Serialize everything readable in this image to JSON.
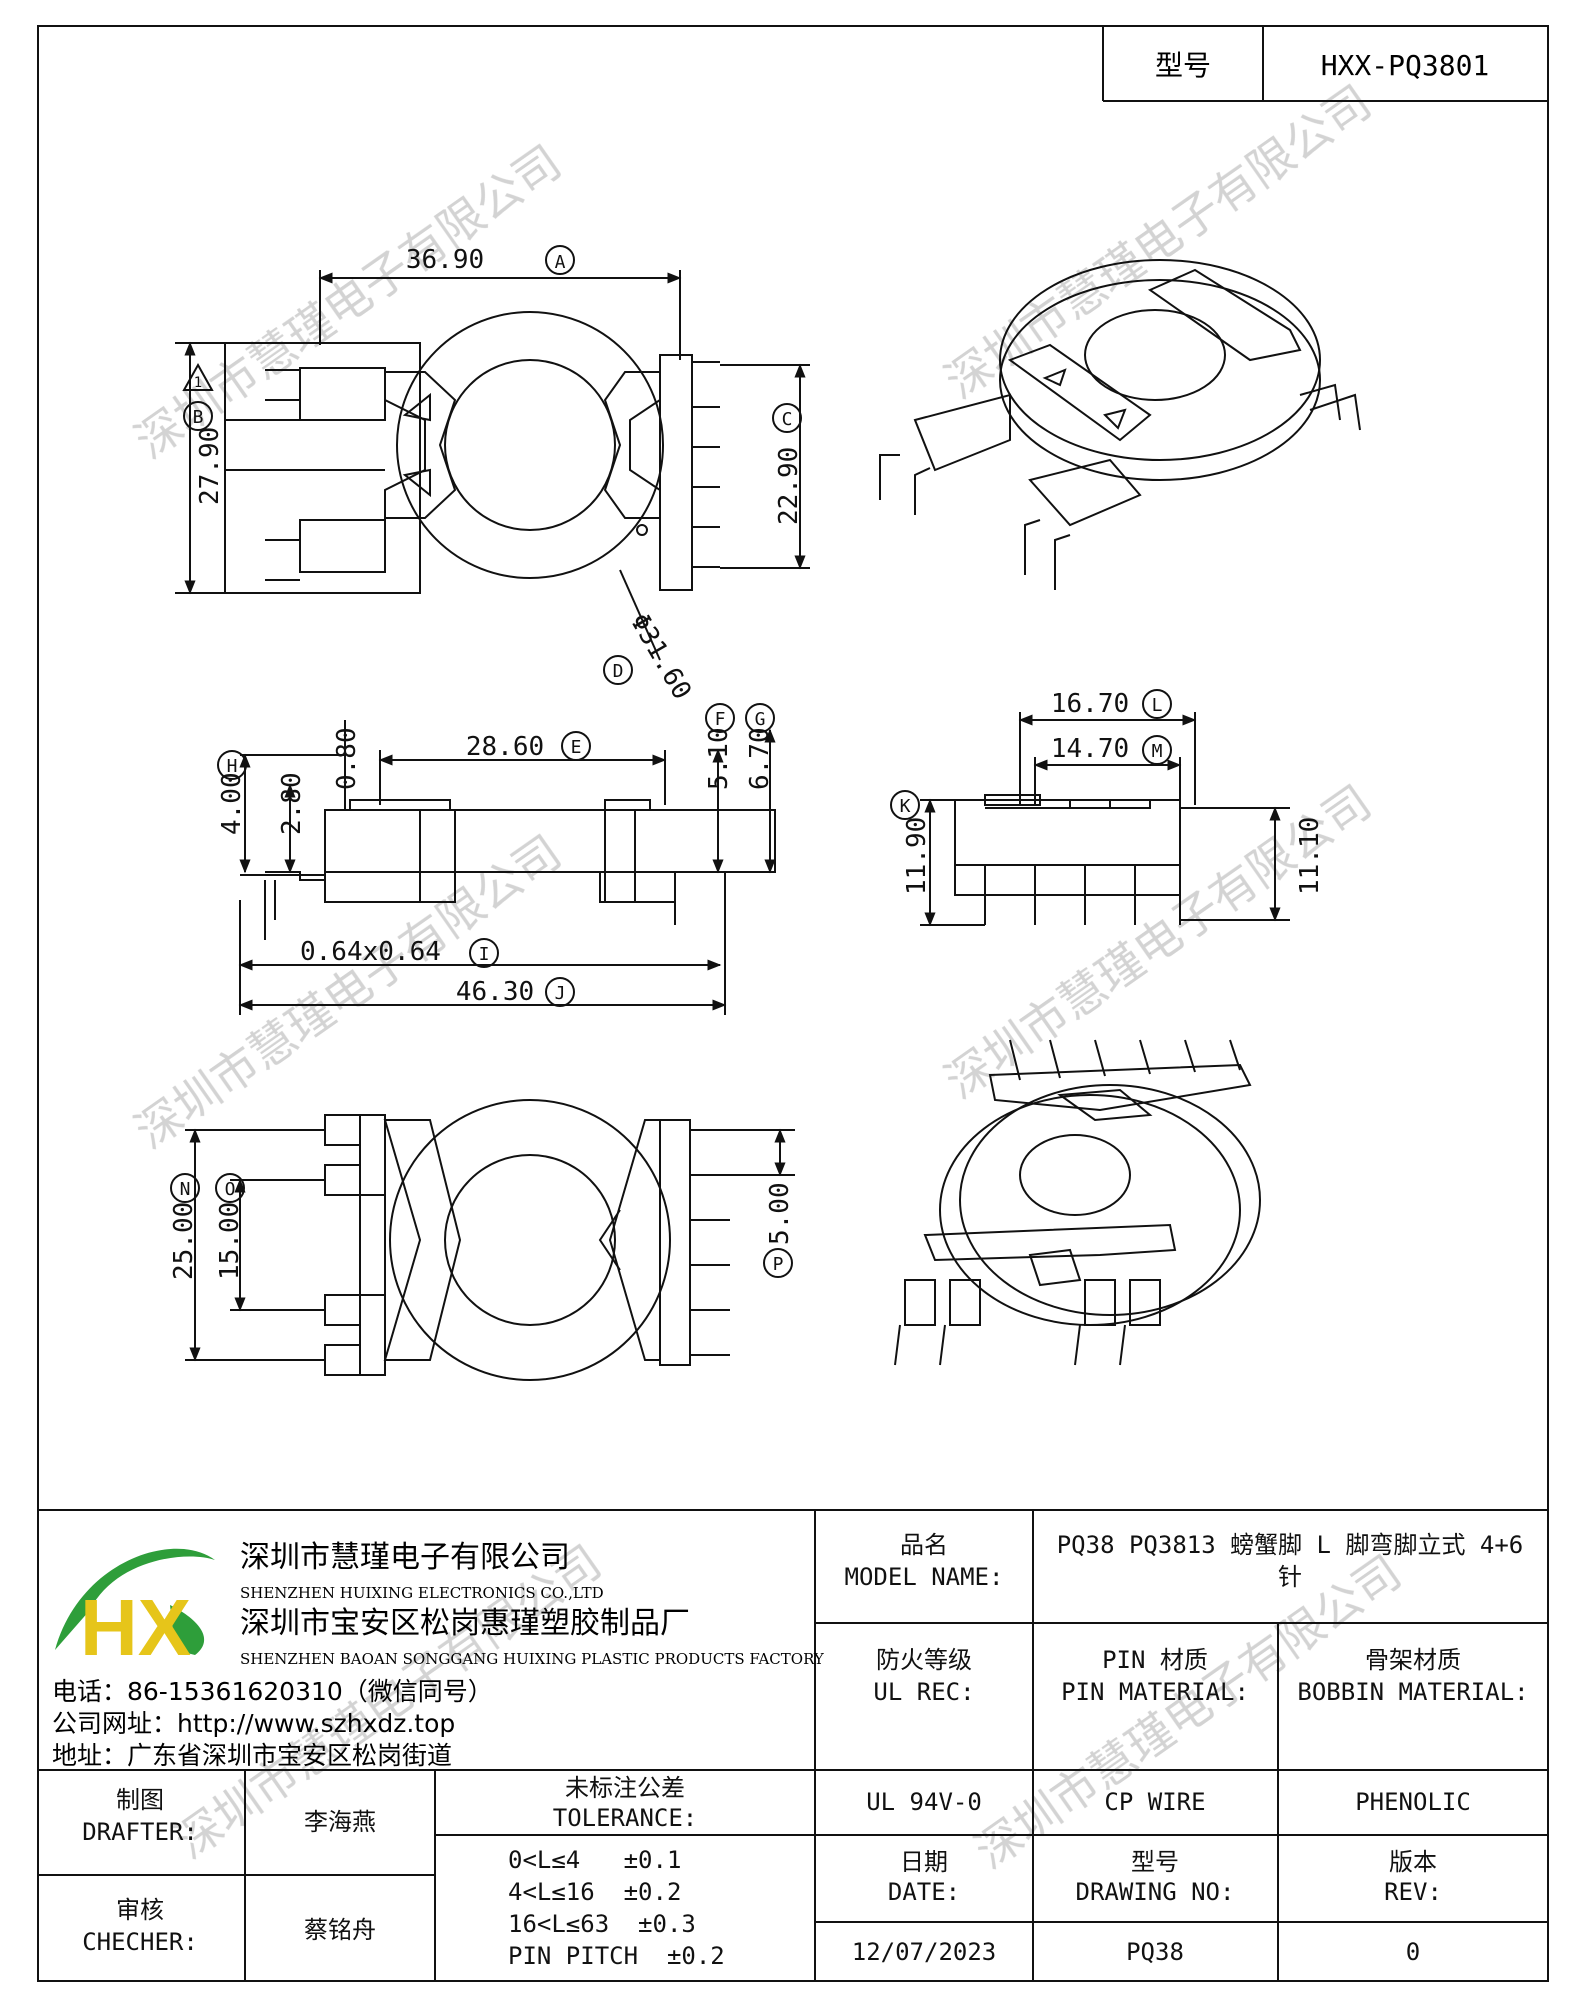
{
  "header": {
    "model_label": "型号",
    "model_value": "HXX-PQ3801"
  },
  "watermark": "深圳市慧瑾电子有限公司",
  "dimensions": {
    "top_width": "36.90",
    "top_width_tag": "A",
    "left_height": "27.90",
    "left_height_tag": "B",
    "left_height_flag": "1",
    "right_height": "22.90",
    "right_height_tag": "C",
    "diameter": "Φ31.60",
    "diameter_tag": "D",
    "side_span": "28.60",
    "side_span_tag": "E",
    "side_h1": "5.10",
    "side_h1_tag": "F",
    "side_h2": "6.70",
    "side_h2_tag": "G",
    "side_h3": "4.00",
    "side_h3_tag": "H",
    "side_h4": "2.80",
    "side_h5": "0.80",
    "pin_section": "0.64x0.64",
    "pin_section_tag": "I",
    "overall_len": "46.30",
    "overall_len_tag": "J",
    "end_w1": "16.70",
    "end_w1_tag": "L",
    "end_w2": "14.70",
    "end_w2_tag": "M",
    "end_h1": "11.90",
    "end_h1_tag": "K",
    "end_h2": "11.10",
    "bottom_h1": "25.00",
    "bottom_h1_tag": "N",
    "bottom_h2": "15.00",
    "bottom_h2_tag": "O",
    "pitch": "5.00",
    "pitch_tag": "P"
  },
  "company": {
    "logo_text": "HX",
    "name_cn": "深圳市慧瑾电子有限公司",
    "name_en": "SHENZHEN HUIXING ELECTRONICS CO.,LTD",
    "factory_cn": "深圳市宝安区松岗惠瑾塑胶制品厂",
    "factory_en": "SHENZHEN BAOAN SONGGANG HUIXING PLASTIC PRODUCTS FACTORY",
    "phone": "电话：86-15361620310（微信同号）",
    "website": "公司网址：http://www.szhxdz.top",
    "address": "地址：广东省深圳市宝安区松岗街道"
  },
  "title_block": {
    "model_name_cn": "品名",
    "model_name_en": "MODEL NAME:",
    "model_name_value_1": "PQ38 PQ3813 螃蟹脚 L 脚弯脚立式 4+6",
    "model_name_value_2": "针",
    "ul_cn": "防火等级",
    "ul_en": "UL REC:",
    "pin_cn": "PIN 材质",
    "pin_en": "PIN MATERIAL:",
    "bobbin_cn": "骨架材质",
    "bobbin_en": "BOBBIN MATERIAL:",
    "ul_value": "UL 94V-0",
    "pin_value": "CP WIRE",
    "bobbin_value": "PHENOLIC",
    "date_cn": "日期",
    "date_en": "DATE:",
    "drawing_cn": "型号",
    "drawing_en": "DRAWING NO:",
    "rev_cn": "版本",
    "rev_en": "REV:",
    "date_value": "12/07/2023",
    "drawing_value": "PQ38",
    "rev_value": "0",
    "drafter_cn": "制图",
    "drafter_en": "DRAFTER:",
    "drafter_value": "李海燕",
    "checker_cn": "审核",
    "checker_en": "CHECHER:",
    "checker_value": "蔡铭舟",
    "tol_cn": "未标注公差",
    "tol_en": "TOLERANCE:",
    "tol_1": "0<L≤4   ±0.1",
    "tol_2": "4<L≤16  ±0.2",
    "tol_3": "16<L≤63  ±0.3",
    "tol_4": "PIN PITCH  ±0.2"
  },
  "colors": {
    "line": "#111111",
    "logo_green": "#2e9e3a",
    "logo_yellow": "#e6c51a",
    "watermark": "#cfcfcf"
  }
}
